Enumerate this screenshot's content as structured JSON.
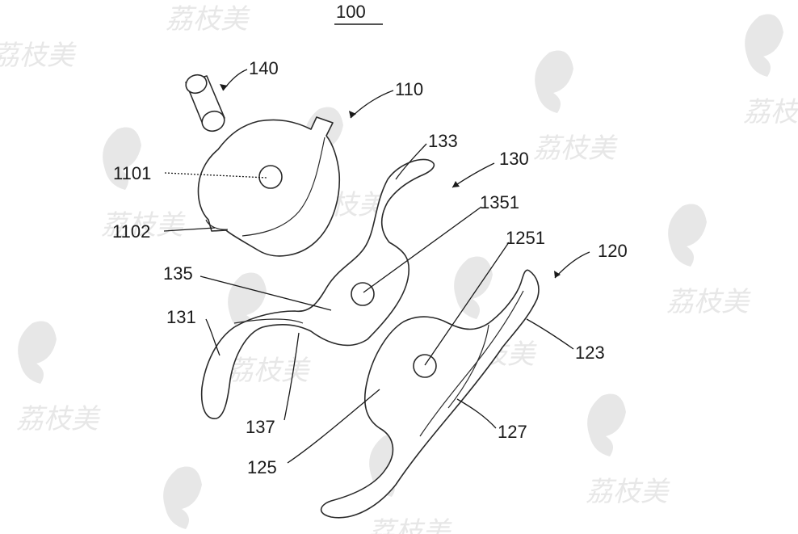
{
  "figure": {
    "title": "100"
  },
  "parts": [
    {
      "id": "p140",
      "label": "140"
    },
    {
      "id": "p110",
      "label": "110"
    },
    {
      "id": "p1101",
      "label": "1101"
    },
    {
      "id": "p1102",
      "label": "1102"
    },
    {
      "id": "p133",
      "label": "133"
    },
    {
      "id": "p130",
      "label": "130"
    },
    {
      "id": "p1351",
      "label": "1351"
    },
    {
      "id": "p1251",
      "label": "1251"
    },
    {
      "id": "p120",
      "label": "120"
    },
    {
      "id": "p135",
      "label": "135"
    },
    {
      "id": "p131",
      "label": "131"
    },
    {
      "id": "p123",
      "label": "123"
    },
    {
      "id": "p137",
      "label": "137"
    },
    {
      "id": "p127",
      "label": "127"
    },
    {
      "id": "p125",
      "label": "125"
    }
  ],
  "watermark": {
    "text": "荔枝美"
  }
}
